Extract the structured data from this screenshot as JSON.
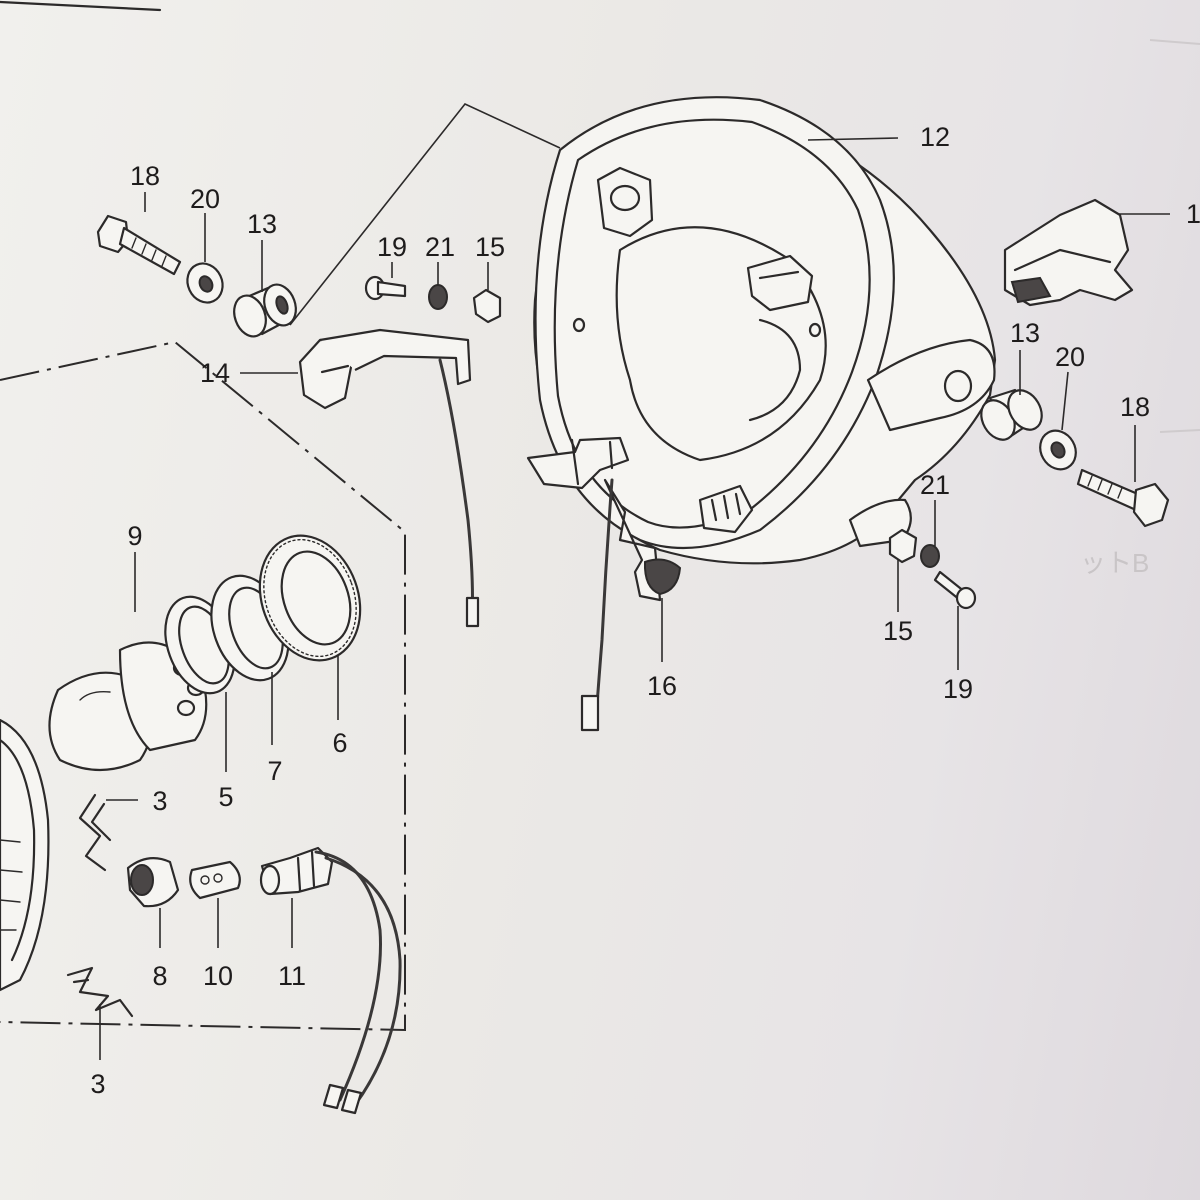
{
  "callouts": {
    "c18a": "18",
    "c20a": "20",
    "c13a": "13",
    "c19a": "19",
    "c21a": "21",
    "c15a": "15",
    "c12": "12",
    "c1": "1",
    "c14": "14",
    "c13b": "13",
    "c20b": "20",
    "c18b": "18",
    "c21b": "21",
    "c15b": "15",
    "c19b": "19",
    "c16": "16",
    "c9": "9",
    "c5": "5",
    "c7": "7",
    "c6": "6",
    "c3a": "3",
    "c8": "8",
    "c10": "10",
    "c11": "11",
    "c3b": "3"
  },
  "bleed_text": "ットB"
}
